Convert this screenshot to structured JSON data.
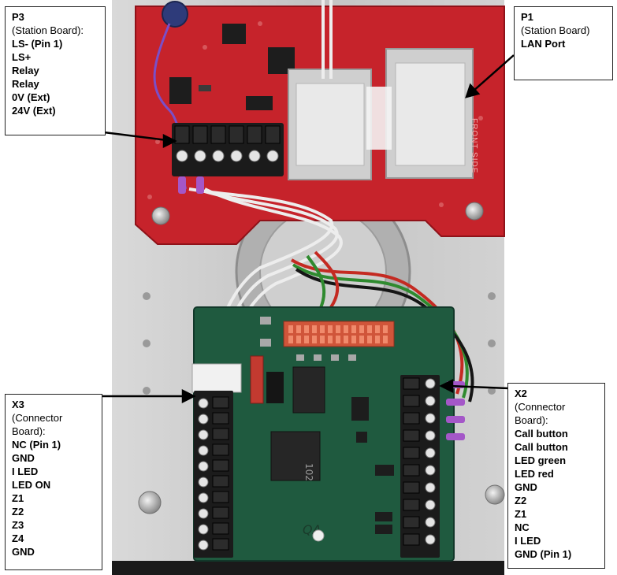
{
  "callouts": {
    "p3": {
      "title": "P3",
      "subtitle": "(Station Board):",
      "pins": [
        "LS- (Pin 1)",
        "LS+",
        "Relay",
        "Relay",
        "0V (Ext)",
        "24V (Ext)"
      ]
    },
    "p1": {
      "title": "P1",
      "subtitle": "(Station Board)",
      "pins": [
        "LAN Port"
      ]
    },
    "x3": {
      "title": "X3",
      "subtitle": "(Connector Board):",
      "pins": [
        "NC (Pin 1)",
        "GND",
        "I LED",
        "LED ON",
        "Z1",
        "Z2",
        "Z3",
        "Z4",
        "GND"
      ]
    },
    "x2": {
      "title": "X2",
      "subtitle": "(Connector Board):",
      "pins": [
        "Call button",
        "Call button",
        "LED green",
        "LED red",
        "GND",
        "Z2",
        "Z1",
        "NC",
        "I LED",
        "GND (Pin 1)"
      ]
    }
  },
  "board_text": {
    "qa_mark": "QA",
    "relay_mark": "102",
    "lan_text": "FRONT SIDE"
  },
  "colors": {
    "station_board": "#c6232b",
    "connector_board": "#1f5a3f",
    "terminal_block": "#1b1b1b",
    "housing": "#c8c8c8"
  }
}
